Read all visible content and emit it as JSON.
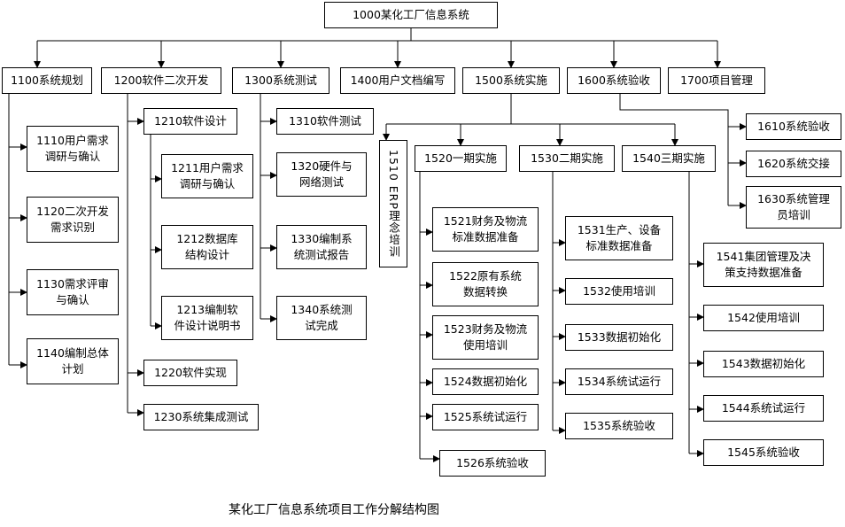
{
  "caption": "某化工厂信息系统项目工作分解结构图",
  "nodes": {
    "n1000": "1000某化工厂信息系统",
    "n1100": "1100系统规划",
    "n1200": "1200软件二次开发",
    "n1300": "1300系统测试",
    "n1400": "1400用户文档编写",
    "n1500": "1500系统实施",
    "n1600": "1600系统验收",
    "n1700": "1700项目管理",
    "n1110": "1110用户需求\n调研与确认",
    "n1120": "1120二次开发\n需求识别",
    "n1130": "1130需求评审\n与确认",
    "n1140": "1140编制总体\n计划",
    "n1210": "1210软件设计",
    "n1211": "1211用户需求\n调研与确认",
    "n1212": "1212数据库\n结构设计",
    "n1213": "1213编制软\n件设计说明书",
    "n1220": "1220软件实现",
    "n1230": "1230系统集成测试",
    "n1310": "1310软件测试",
    "n1320": "1320硬件与\n网络测试",
    "n1330": "1330编制系\n统测试报告",
    "n1340": "1340系统测\n试完成",
    "n1510": "1510 ERP理念培训",
    "n1520": "1520一期实施",
    "n1530": "1530二期实施",
    "n1540": "1540三期实施",
    "n1521": "1521财务及物流\n标准数据准备",
    "n1522": "1522原有系统\n数据转换",
    "n1523": "1523财务及物流\n使用培训",
    "n1524": "1524数据初始化",
    "n1525": "1525系统试运行",
    "n1526": "1526系统验收",
    "n1531": "1531生产、设备\n标准数据准备",
    "n1532": "1532使用培训",
    "n1533": "1533数据初始化",
    "n1534": "1534系统试运行",
    "n1535": "1535系统验收",
    "n1541": "1541集团管理及决\n策支持数据准备",
    "n1542": "1542使用培训",
    "n1543": "1543数据初始化",
    "n1544": "1544系统试运行",
    "n1545": "1545系统验收",
    "n1610": "1610系统验收",
    "n1620": "1620系统交接",
    "n1630": "1630系统管理\n员培训"
  }
}
